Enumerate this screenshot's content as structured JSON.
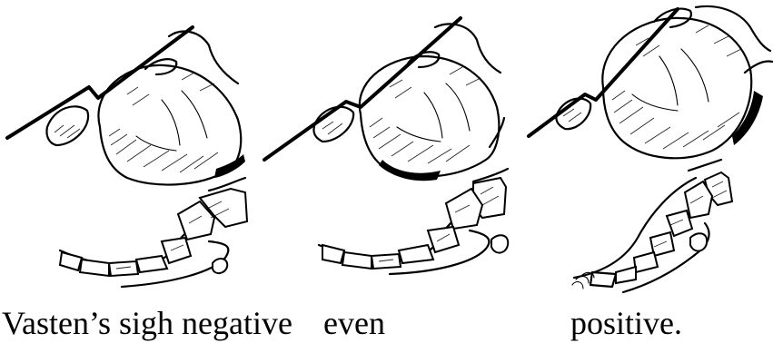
{
  "figure": {
    "captions": [
      "Vasten’s sigh negative",
      "even",
      "positive."
    ]
  }
}
